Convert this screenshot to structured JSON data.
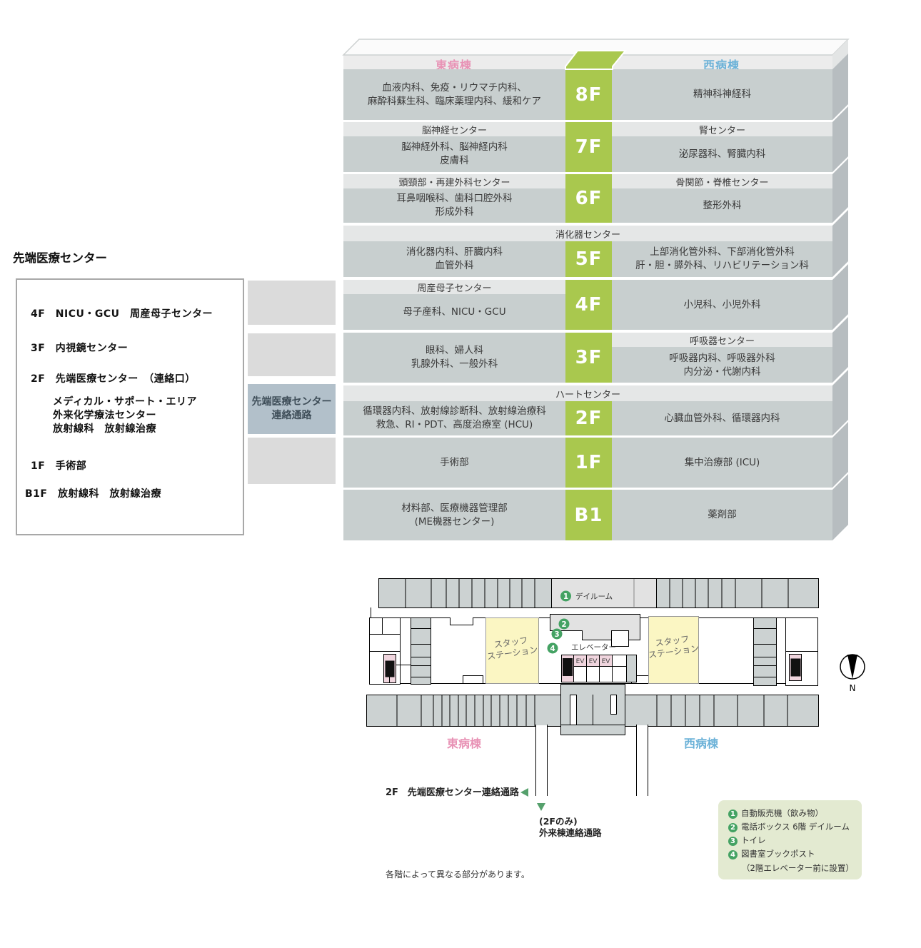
{
  "building": {
    "east_ward": "東病棟",
    "west_ward": "西病棟",
    "floors": [
      {
        "no": "8F",
        "east1": "血液内科、免疫・リウマチ内科、",
        "east2": "麻酔科蘇生科、臨床薬理内科、緩和ケア",
        "west1": "精神科神経科"
      },
      {
        "no": "7F",
        "east_center": "脳神経センター",
        "east1": "脳神経外科、脳神経内科",
        "east2": "皮膚科",
        "west_center": "腎センター",
        "west1": "泌尿器科、腎臓内科"
      },
      {
        "no": "6F",
        "east_center": "頭頸部・再建外科センター",
        "east1": "耳鼻咽喉科、歯科口腔外科",
        "east2": "形成外科",
        "west_center": "骨関節・脊椎センター",
        "west1": "整形外科"
      },
      {
        "no": "5F",
        "full_center": "消化器センター",
        "east1": "消化器内科、肝臓内科",
        "east2": "血管外科",
        "west1": "上部消化管外科、下部消化管外科",
        "west2": "肝・胆・膵外科、リハビリテーション科"
      },
      {
        "no": "4F",
        "east_center": "周産母子センター",
        "east1": "母子産科、NICU・GCU",
        "west1": "小児科、小児外科"
      },
      {
        "no": "3F",
        "east1": "眼科、婦人科",
        "east2": "乳腺外科、一般外科",
        "west_center": "呼吸器センター",
        "west1": "呼吸器内科、呼吸器外科",
        "west2": "内分泌・代謝内科"
      },
      {
        "no": "2F",
        "full_center": "ハートセンター",
        "east1": "循環器内科、放射線診断科、放射線治療科",
        "east2": "救急、RI・PDT、高度治療室 (HCU)",
        "west1": "心臓血管外科、循環器内科"
      },
      {
        "no": "1F",
        "east1": "手術部",
        "west1": "集中治療部 (ICU)"
      },
      {
        "no": "B1",
        "east1": "材料部、医療機器管理部",
        "east2": "(ME機器センター)",
        "west1": "薬剤部"
      }
    ]
  },
  "left_panel": {
    "title": "先端医療センター",
    "items": [
      "4F　NICU・GCU　周産母子センター",
      "3F　内視鏡センター",
      "2F　先端医療センター　（連絡口）",
      "メディカル・サポート・エリア",
      "外来化学療法センター",
      "放射線科　放射線治療",
      "1F　手術部",
      "B1F　放射線科　放射線治療"
    ]
  },
  "connector": {
    "label1": "先端医療センター",
    "label2": "連絡通路"
  },
  "floor_plan": {
    "day_room": "デイルーム",
    "staff_station_line1": "スタッフ",
    "staff_station_line2": "ステーション",
    "elevator_label": "エレベーター",
    "ev": "EV",
    "east_ward": "東病棟",
    "west_ward": "西病棟",
    "compass_n": "N",
    "marker1": "1",
    "marker2": "2",
    "marker3": "3",
    "marker4": "4"
  },
  "annotations": {
    "corridor_2f": "2F　先端医療センター連絡通路",
    "only_2f": "(2Fのみ)",
    "outpatient": "外来棟連絡通路",
    "note": "各階によって異なる部分があります。"
  },
  "legend": {
    "items": [
      {
        "num": "1",
        "text": "自動販売機（飲み物）"
      },
      {
        "num": "2",
        "text": "電話ボックス 6階 デイルーム"
      },
      {
        "num": "3",
        "text": "トイレ"
      },
      {
        "num": "4",
        "text": "図書室ブックポスト"
      }
    ],
    "item4_sub": "（2階エレベーター前に設置）"
  },
  "colors": {
    "green": "#a9c84e",
    "cell_gray": "#c8cfcf",
    "strip_gray": "#e5e7e7",
    "header_gray": "#ececec",
    "side_gray": "#b7bdc0",
    "east_pink": "#e892b5",
    "west_blue": "#6cb2d8",
    "staff_yellow": "#fbf6c3",
    "ev_pink": "#f0d5de",
    "plan_gray": "#ccd2d2",
    "plan_light": "#e2e2e2",
    "legend_bg": "#e3ead1",
    "marker_green": "#44a263",
    "connector_blue": "#b2c0ca",
    "block_gray": "#dbdbdb"
  }
}
